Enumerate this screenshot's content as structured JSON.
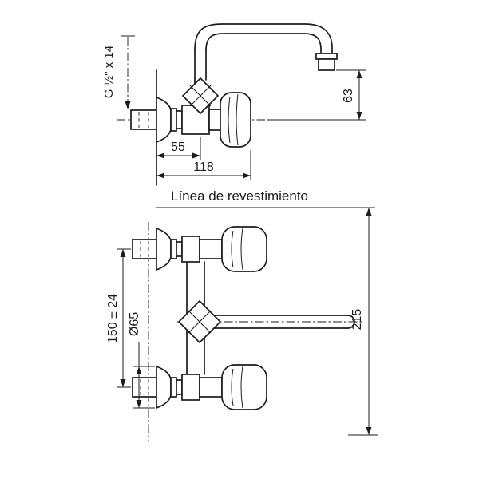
{
  "colors": {
    "line": "#1c1c1c",
    "background": "#ffffff"
  },
  "labels": {
    "thread_spec": "G ½\" x 14",
    "lining_line": "Línea de revestimiento"
  },
  "dimensions": {
    "outlet_height": "63",
    "wall_to_spout": "55",
    "wall_to_handle": "118",
    "inlet_spacing": "150 ± 24",
    "flange_diameter": "Ø65",
    "height_below_lining": "215"
  }
}
